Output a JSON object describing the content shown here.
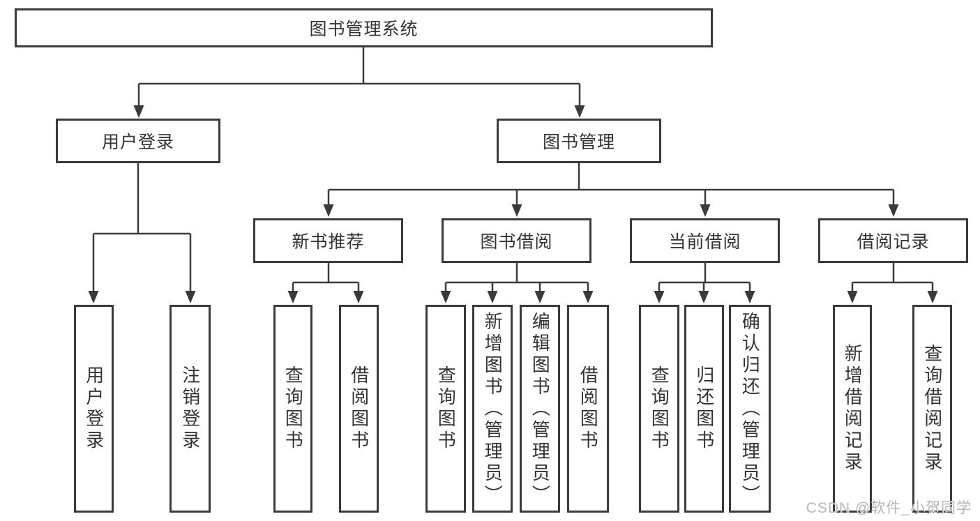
{
  "diagram": {
    "root": "图书管理系统",
    "branches": [
      {
        "label": "用户登录",
        "leaves": [
          "用户登录",
          "注销登录"
        ]
      },
      {
        "label": "图书管理",
        "children": [
          {
            "label": "新书推荐",
            "leaves": [
              "查询图书",
              "借阅图书"
            ]
          },
          {
            "label": "图书借阅",
            "leaves": [
              "查询图书",
              "新增图书（管理员）",
              "编辑图书（管理员）",
              "借阅图书"
            ]
          },
          {
            "label": "当前借阅",
            "leaves": [
              "查询图书",
              "归还图书",
              "确认归还（管理员）"
            ]
          },
          {
            "label": "借阅记录",
            "leaves": [
              "新增借阅记录",
              "查询借阅记录"
            ]
          }
        ]
      }
    ]
  },
  "watermark": "CSDN @软件_小贺同学",
  "colors": {
    "line": "#3a3a3a",
    "text": "#333333",
    "background": "#ffffff",
    "watermark": "#b5b5b5"
  }
}
